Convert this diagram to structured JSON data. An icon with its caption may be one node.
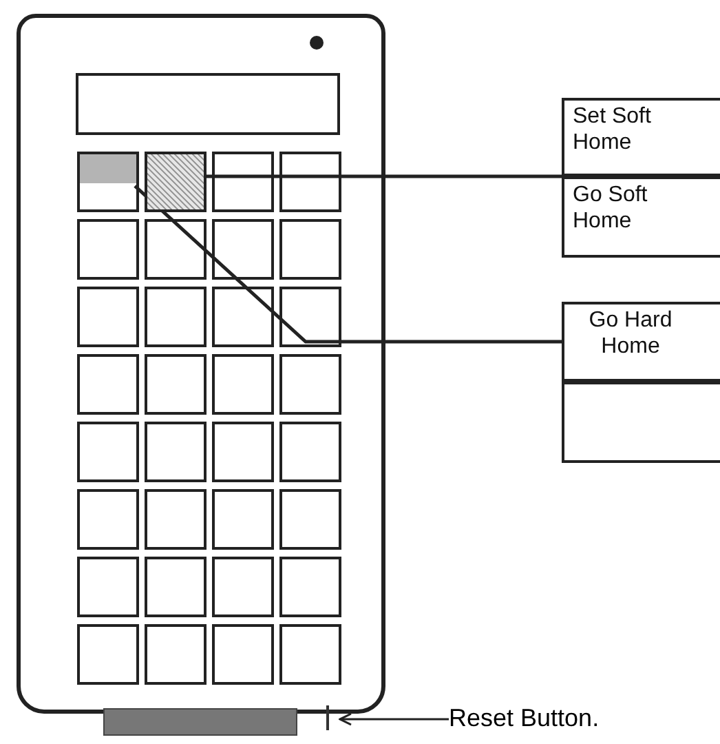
{
  "diagram": {
    "nodes": [
      {
        "text": [],
        "shape": "box"
      },
      {
        "text": [],
        "shape": "box",
        "in": 0
      },
      {
        "text": [],
        "shape": "box",
        "in": 0
      },
      {
        "text": [],
        "shape": "box",
        "in": 0
      },
      {
        "text": [],
        "shape": "box",
        "in": 0
      },
      {
        "text": [],
        "shape": "box",
        "in": 0
      },
      {
        "text": [],
        "shape": "box",
        "in": 0
      },
      {
        "text": [],
        "shape": "box",
        "in": 0
      },
      {
        "text": [],
        "shape": "box",
        "in": 0
      },
      {
        "text": [],
        "shape": "box",
        "in": 0
      },
      {
        "text": [],
        "shape": "box",
        "in": 0
      },
      {
        "text": [],
        "shape": "box",
        "in": 0
      },
      {
        "text": [],
        "shape": "box",
        "in": 0
      },
      {
        "text": [],
        "shape": "box",
        "in": 0
      },
      {
        "text": [],
        "shape": "box",
        "in": 0
      },
      {
        "text": [],
        "shape": "box",
        "in": 0
      },
      {
        "text": [],
        "shape": "box",
        "in": 0
      },
      {
        "text": [],
        "shape": "box",
        "in": 0
      },
      {
        "text": [],
        "shape": "box",
        "in": 0
      },
      {
        "text": [],
        "shape": "box",
        "in": 0
      },
      {
        "text": [],
        "shape": "box",
        "in": 0
      },
      {
        "text": [],
        "shape": "box",
        "in": 0
      },
      {
        "text": [],
        "shape": "box",
        "in": 0
      },
      {
        "text": [],
        "shape": "box",
        "in": 0
      },
      {
        "text": [],
        "shape": "box",
        "in": 0
      },
      {
        "text": [],
        "shape": "box",
        "in": 0
      },
      {
        "text": [],
        "shape": "box",
        "in": 0
      },
      {
        "text": [],
        "shape": "box",
        "in": 0
      },
      {
        "text": [],
        "shape": "box",
        "in": 0
      },
      {
        "text": [],
        "shape": "box",
        "in": 0
      },
      {
        "text": [],
        "shape": "box",
        "in": 0
      },
      {
        "text": [],
        "shape": "box",
        "in": 0
      },
      {
        "text": [],
        "shape": "box",
        "in": 0
      },
      {
        "text": [],
        "shape": "box",
        "in": 0
      },
      {
        "text": [
          "Set Soft Home"
        ]
      },
      {
        "text": [
          "Go Soft Home"
        ]
      },
      {
        "text": [
          "Go Hard Home"
        ]
      },
      {
        "text": [],
        "shape": "box"
      },
      {
        "text": [],
        "shape": "box"
      },
      {
        "text": [
          "Reset Button."
        ]
      },
      {
        "text": [],
        "shape": "bar"
      }
    ],
    "edges": [
      {
        "from": 34,
        "to": 3,
        "arrow": "none"
      },
      {
        "from": 36,
        "to": 2,
        "arrow": "none"
      },
      {
        "from": 39,
        "to": 38,
        "arrow": "to"
      }
    ]
  }
}
